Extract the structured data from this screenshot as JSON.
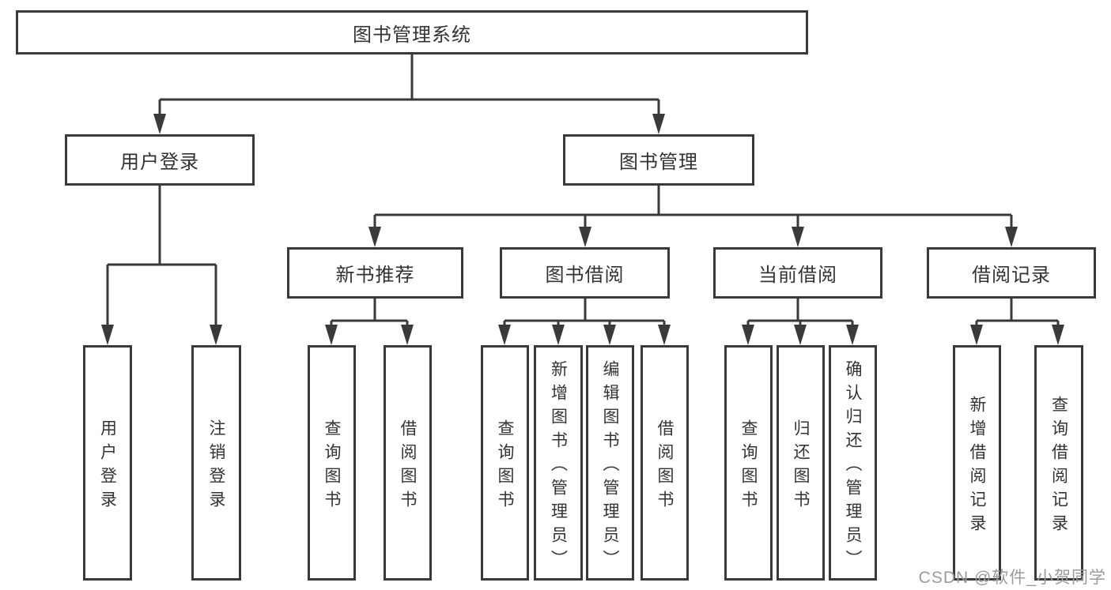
{
  "tree": {
    "root": {
      "label": "图书管理系统"
    },
    "branches": [
      {
        "label": "用户登录",
        "children": [
          {
            "label": "用户登录"
          },
          {
            "label": "注销登录"
          }
        ]
      },
      {
        "label": "图书管理",
        "children": [
          {
            "label": "新书推荐",
            "children": [
              {
                "label": "查询图书"
              },
              {
                "label": "借阅图书"
              }
            ]
          },
          {
            "label": "图书借阅",
            "children": [
              {
                "label": "查询图书"
              },
              {
                "label": "新增图书（管理员）"
              },
              {
                "label": "编辑图书（管理员）"
              },
              {
                "label": "借阅图书"
              }
            ]
          },
          {
            "label": "当前借阅",
            "children": [
              {
                "label": "查询图书"
              },
              {
                "label": "归还图书"
              },
              {
                "label": "确认归还（管理员）"
              }
            ]
          },
          {
            "label": "借阅记录",
            "children": [
              {
                "label": "新增借阅记录"
              },
              {
                "label": "查询借阅记录"
              }
            ]
          }
        ]
      }
    ]
  },
  "watermark": {
    "text": "CSDN @软件_小贺同学"
  },
  "colors": {
    "line": "#3a3a3a",
    "text": "#333333",
    "watermark": "#9b9b9b",
    "background": "#ffffff"
  }
}
